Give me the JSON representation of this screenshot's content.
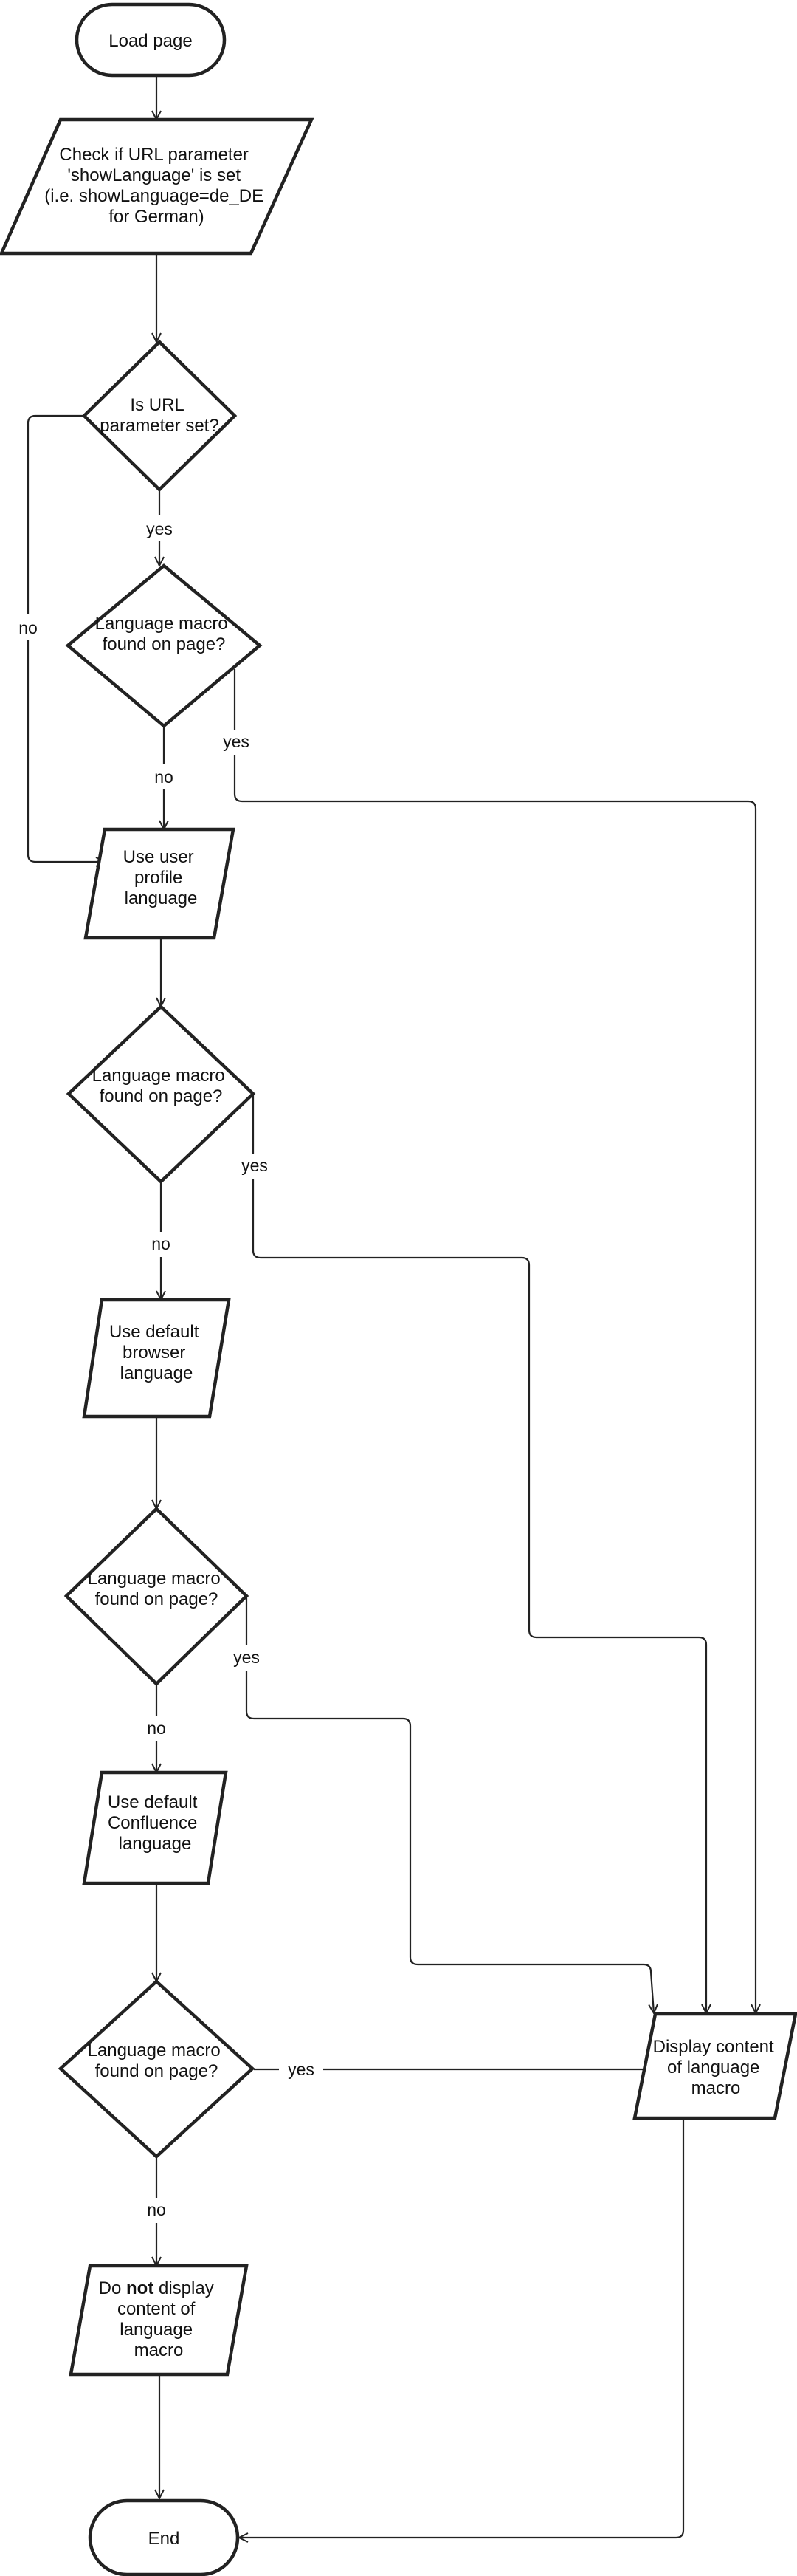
{
  "nodes": {
    "load_page": {
      "lines": [
        "Load page"
      ]
    },
    "check_param": {
      "lines": [
        "Check if URL parameter",
        "'showLanguage' is set",
        "(i.e. showLanguage=de_DE",
        "for German)"
      ]
    },
    "is_param_set": {
      "lines": [
        "Is URL",
        "parameter set?"
      ]
    },
    "macro_found_1": {
      "lines": [
        "Language macro",
        "found on page?"
      ]
    },
    "use_user_profile": {
      "lines": [
        "Use user",
        "profile",
        "language"
      ]
    },
    "macro_found_2": {
      "lines": [
        "Language macro",
        "found on page?"
      ]
    },
    "use_browser": {
      "lines": [
        "Use default",
        "browser",
        "language"
      ]
    },
    "macro_found_3": {
      "lines": [
        "Language macro",
        "found on page?"
      ]
    },
    "use_confluence": {
      "lines": [
        "Use default",
        "Confluence",
        "language"
      ]
    },
    "macro_found_4": {
      "lines": [
        "Language macro",
        "found on page?"
      ]
    },
    "display_content": {
      "lines": [
        "Display content",
        "of language",
        "macro"
      ]
    },
    "do_not_display": {
      "line1_prefix": "Do ",
      "line1_bold": "not",
      "line1_suffix": " display",
      "lines_rest": [
        "content of",
        "language",
        "macro"
      ]
    },
    "end": {
      "lines": [
        "End"
      ]
    }
  },
  "edge_labels": {
    "param_set_yes": "yes",
    "param_set_no": "no",
    "macro1_no": "no",
    "macro1_yes": "yes",
    "macro2_yes": "yes",
    "macro2_no": "no",
    "macro3_yes": "yes",
    "macro3_no": "no",
    "macro4_yes": "yes",
    "macro4_no": "no"
  }
}
